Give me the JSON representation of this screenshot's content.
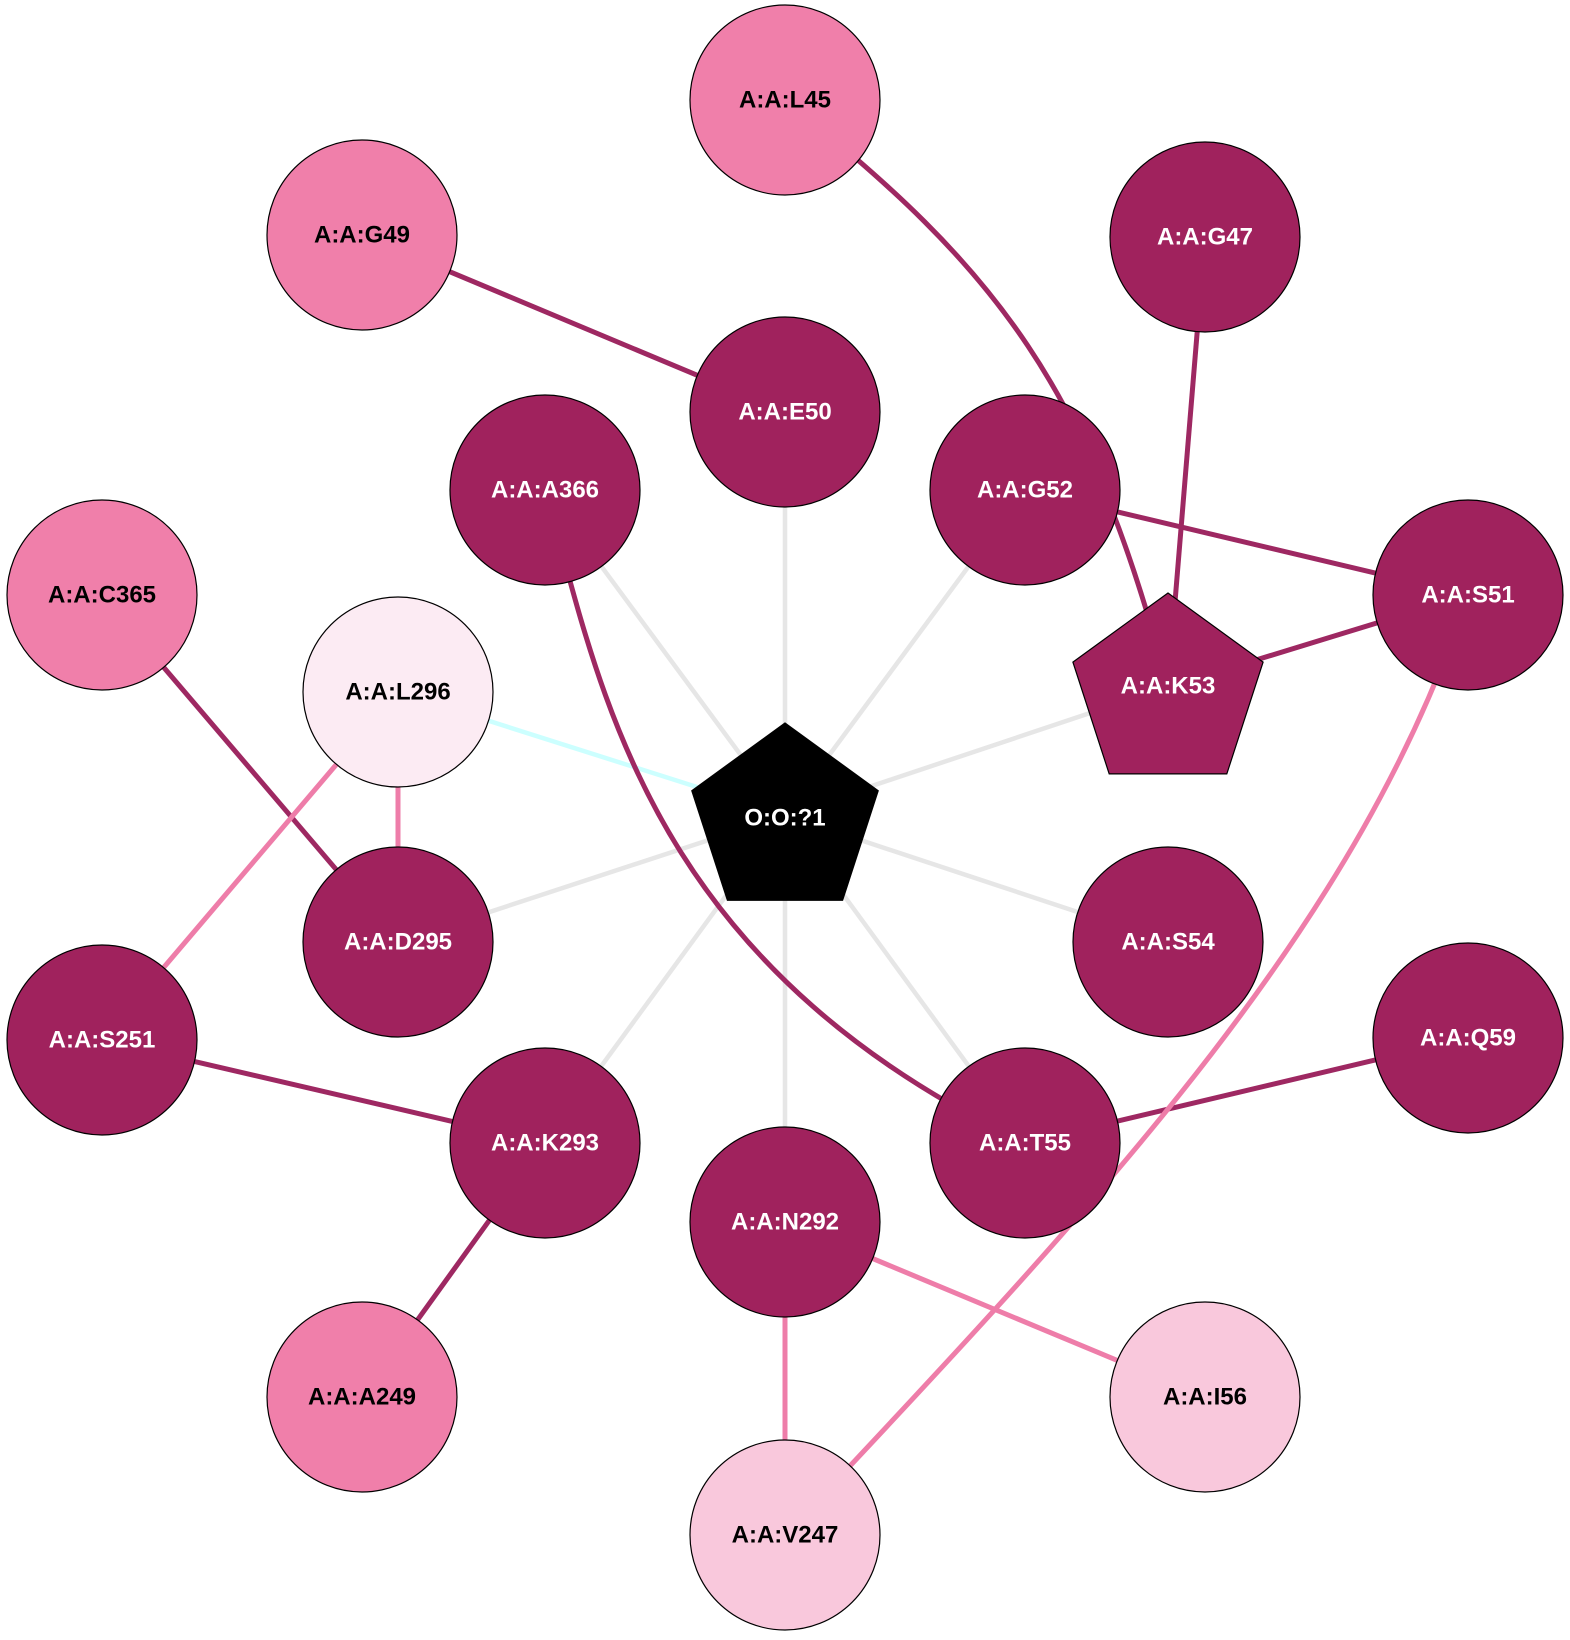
{
  "colors": {
    "dark": "#A0225D",
    "medium": "#F07FAA",
    "light": "#F9C8DC",
    "pale": "#FCEBF3",
    "center": "#000000",
    "edge_dark": "#9E2862",
    "edge_pink": "#EE7DA9",
    "edge_gray": "#E6E6E6",
    "edge_cyan": "#CCFFFF",
    "label_dark_text": "#FFFFFF",
    "label_light_text": "#000000"
  },
  "nodes": [
    {
      "id": "center",
      "label": "O:O:?1",
      "shape": "pentagon",
      "tone": "center"
    },
    {
      "id": "L45",
      "label": "A:A:L45",
      "shape": "circle",
      "tone": "medium"
    },
    {
      "id": "G49",
      "label": "A:A:G49",
      "shape": "circle",
      "tone": "medium"
    },
    {
      "id": "G47",
      "label": "A:A:G47",
      "shape": "circle",
      "tone": "dark"
    },
    {
      "id": "E50",
      "label": "A:A:E50",
      "shape": "circle",
      "tone": "dark"
    },
    {
      "id": "A366",
      "label": "A:A:A366",
      "shape": "circle",
      "tone": "dark"
    },
    {
      "id": "G52",
      "label": "A:A:G52",
      "shape": "circle",
      "tone": "dark"
    },
    {
      "id": "C365",
      "label": "A:A:C365",
      "shape": "circle",
      "tone": "medium"
    },
    {
      "id": "L296",
      "label": "A:A:L296",
      "shape": "circle",
      "tone": "pale"
    },
    {
      "id": "K53",
      "label": "A:A:K53",
      "shape": "pentagon",
      "tone": "dark"
    },
    {
      "id": "S51",
      "label": "A:A:S51",
      "shape": "circle",
      "tone": "dark"
    },
    {
      "id": "D295",
      "label": "A:A:D295",
      "shape": "circle",
      "tone": "dark"
    },
    {
      "id": "S54",
      "label": "A:A:S54",
      "shape": "circle",
      "tone": "dark"
    },
    {
      "id": "S251",
      "label": "A:A:S251",
      "shape": "circle",
      "tone": "dark"
    },
    {
      "id": "Q59",
      "label": "A:A:Q59",
      "shape": "circle",
      "tone": "dark"
    },
    {
      "id": "K293",
      "label": "A:A:K293",
      "shape": "circle",
      "tone": "dark"
    },
    {
      "id": "T55",
      "label": "A:A:T55",
      "shape": "circle",
      "tone": "dark"
    },
    {
      "id": "N292",
      "label": "A:A:N292",
      "shape": "circle",
      "tone": "dark"
    },
    {
      "id": "A249",
      "label": "A:A:A249",
      "shape": "circle",
      "tone": "medium"
    },
    {
      "id": "I56",
      "label": "A:A:I56",
      "shape": "circle",
      "tone": "light"
    },
    {
      "id": "V247",
      "label": "A:A:V247",
      "shape": "circle",
      "tone": "light"
    }
  ],
  "edges": [
    {
      "from": "center",
      "to": "E50",
      "tone": "gray"
    },
    {
      "from": "center",
      "to": "A366",
      "tone": "gray"
    },
    {
      "from": "center",
      "to": "G52",
      "tone": "gray"
    },
    {
      "from": "center",
      "to": "K53",
      "tone": "gray"
    },
    {
      "from": "center",
      "to": "S54",
      "tone": "gray"
    },
    {
      "from": "center",
      "to": "T55",
      "tone": "gray"
    },
    {
      "from": "center",
      "to": "N292",
      "tone": "gray"
    },
    {
      "from": "center",
      "to": "K293",
      "tone": "gray"
    },
    {
      "from": "center",
      "to": "D295",
      "tone": "gray"
    },
    {
      "from": "center",
      "to": "L296",
      "tone": "cyan"
    },
    {
      "from": "L45",
      "to": "K53",
      "tone": "dark",
      "curve": "l45"
    },
    {
      "from": "G49",
      "to": "E50",
      "tone": "dark"
    },
    {
      "from": "G47",
      "to": "K53",
      "tone": "dark"
    },
    {
      "from": "G52",
      "to": "S51",
      "tone": "dark"
    },
    {
      "from": "K53",
      "to": "S51",
      "tone": "dark"
    },
    {
      "from": "A366",
      "to": "T55",
      "tone": "dark",
      "curve": "a366"
    },
    {
      "from": "C365",
      "to": "D295",
      "tone": "dark"
    },
    {
      "from": "L296",
      "to": "D295",
      "tone": "pink"
    },
    {
      "from": "L296",
      "to": "S251",
      "tone": "pink"
    },
    {
      "from": "S251",
      "to": "K293",
      "tone": "dark"
    },
    {
      "from": "K293",
      "to": "A249",
      "tone": "dark"
    },
    {
      "from": "T55",
      "to": "Q59",
      "tone": "dark"
    },
    {
      "from": "N292",
      "to": "I56",
      "tone": "pink"
    },
    {
      "from": "N292",
      "to": "V247",
      "tone": "pink"
    },
    {
      "from": "S51",
      "to": "V247",
      "tone": "pink",
      "curve": "s51"
    }
  ]
}
